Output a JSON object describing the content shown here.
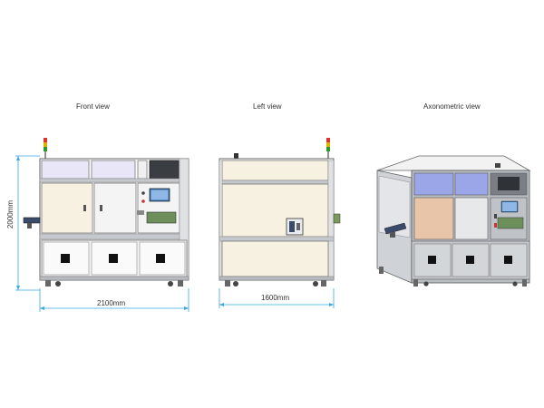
{
  "views": {
    "front": "Front view",
    "left": "Left view",
    "axonometric": "Axonometric view"
  },
  "dimensions": {
    "height": "2000mm",
    "width_front": "2100mm",
    "width_side": "1600mm"
  },
  "colors": {
    "frame": "#9aa0a6",
    "frame_dark": "#5f6368",
    "panel_cream": "#f7f1e1",
    "panel_light": "#f4f4f4",
    "window_lavender": "#e9e6f7",
    "dim_line": "#39a9e0",
    "axo_blue": "#9aa6e8",
    "axo_tan": "#e8c4a8",
    "axo_grey": "#bfc3c7"
  }
}
